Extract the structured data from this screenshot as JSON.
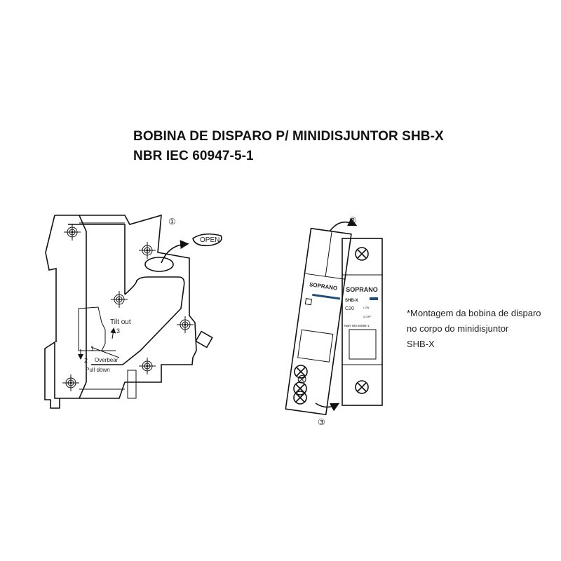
{
  "title": {
    "line1": "BOBINA DE DISPARO P/ MINIDISJUNTOR SHB-X",
    "line2": "NBR IEC 60947-5-1"
  },
  "note": {
    "line1": "*Montagem da bobina de disparo",
    "line2": "no corpo do minidisjuntor",
    "line3": "SHB-X"
  },
  "figure1": {
    "step": "①",
    "open_label": "OPEN",
    "tilt_out": "Tilt out",
    "step3": "3",
    "step1": "1",
    "overbear": "Overbear",
    "step2": "2",
    "pull_down": "Pull down"
  },
  "figure2": {
    "step2": "②",
    "step3": "③",
    "brand": "SOPRANO",
    "model": "SHB-X",
    "rating": "C20",
    "on_label": "I-ON",
    "off_label": "0-OFF",
    "standard": "NBR NM 60898-1",
    "accent": "#1f4e79"
  }
}
